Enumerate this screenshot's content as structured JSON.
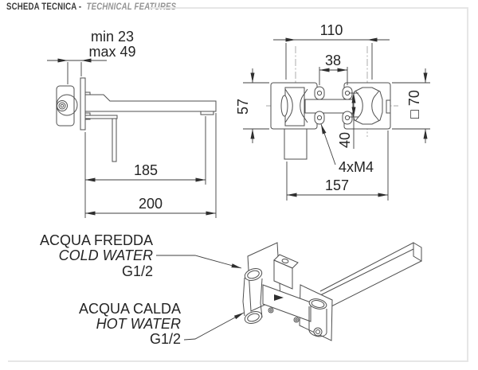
{
  "header": {
    "title_primary": "SCHEDA TECNICA -",
    "title_secondary": "TECHNICAL FEATURES"
  },
  "side_view": {
    "depth_min": "min 23",
    "depth_max": "max 49",
    "reach": "185",
    "total_length": "200"
  },
  "front_view": {
    "handle_centers": "110",
    "lug_spacing": "38",
    "body_height": "57",
    "plate_size": "□ 70",
    "screw_vertical_spacing": "40",
    "screws_note": "4xM4",
    "overall_width": "157"
  },
  "connections": {
    "cold": {
      "label_it": "ACQUA FREDDA",
      "label_en": "COLD WATER",
      "thread": "G1/2"
    },
    "hot": {
      "label_it": "ACQUA CALDA",
      "label_en": "HOT WATER",
      "thread": "G1/2"
    }
  },
  "colors": {
    "drawing_line": "#4f4f4f",
    "dimension_text": "#242424",
    "header_primary": "#3a3a3a",
    "header_secondary": "#949494",
    "frame_border": "#e6e6e6",
    "background": "#ffffff"
  }
}
